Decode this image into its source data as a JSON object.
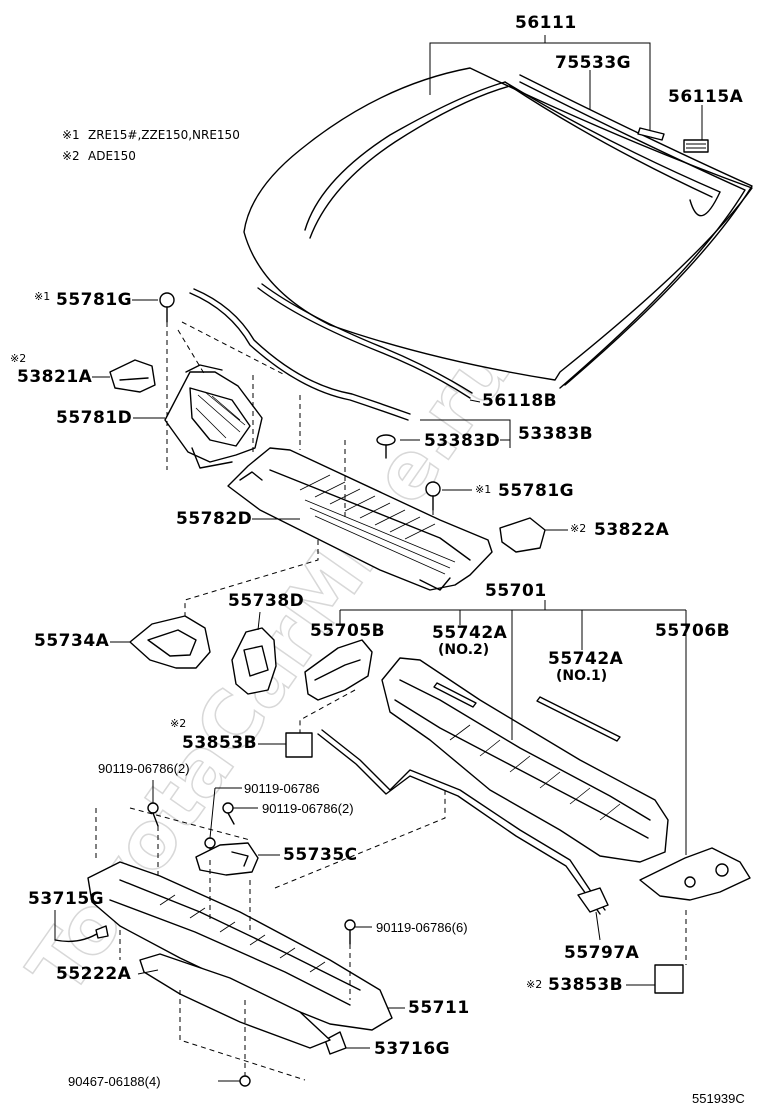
{
  "watermark": "ToyotaCarMine.ru",
  "notes": [
    {
      "mark": "※1",
      "text": "ZRE15#,ZZE150,NRE150"
    },
    {
      "mark": "※2",
      "text": "ADE150"
    }
  ],
  "figure_code": "551939C",
  "labels": {
    "p56111": "56111",
    "p75533G": "75533G",
    "p56115A": "56115A",
    "p55781G_a_mark": "※1",
    "p55781G_a": "55781G",
    "p53821A_mark": "※2",
    "p53821A": "53821A",
    "p55781D": "55781D",
    "p56118B": "56118B",
    "p53383D": "53383D",
    "p53383B": "53383B",
    "p55781G_b_mark": "※1",
    "p55781G_b": "55781G",
    "p55782D": "55782D",
    "p53822A_mark": "※2",
    "p53822A": "53822A",
    "p55701": "55701",
    "p55738D": "55738D",
    "p55705B": "55705B",
    "p55742A_2": "55742A",
    "p55742A_2_sub": "(NO.2)",
    "p55742A_1": "55742A",
    "p55742A_1_sub": "(NO.1)",
    "p55706B": "55706B",
    "p55734A": "55734A",
    "p53853B_a_mark": "※2",
    "p53853B_a": "53853B",
    "p90119_a": "90119-06786(2)",
    "p90119_b": "90119-06786",
    "p90119_c": "90119-06786(2)",
    "p55735C": "55735C",
    "p53715G": "53715G",
    "p90119_d": "90119-06786(6)",
    "p55797A": "55797A",
    "p55222A": "55222A",
    "p53853B_b_mark": "※2",
    "p53853B_b": "53853B",
    "p55711": "55711",
    "p53716G": "53716G",
    "p90467": "90467-06188(4)"
  }
}
